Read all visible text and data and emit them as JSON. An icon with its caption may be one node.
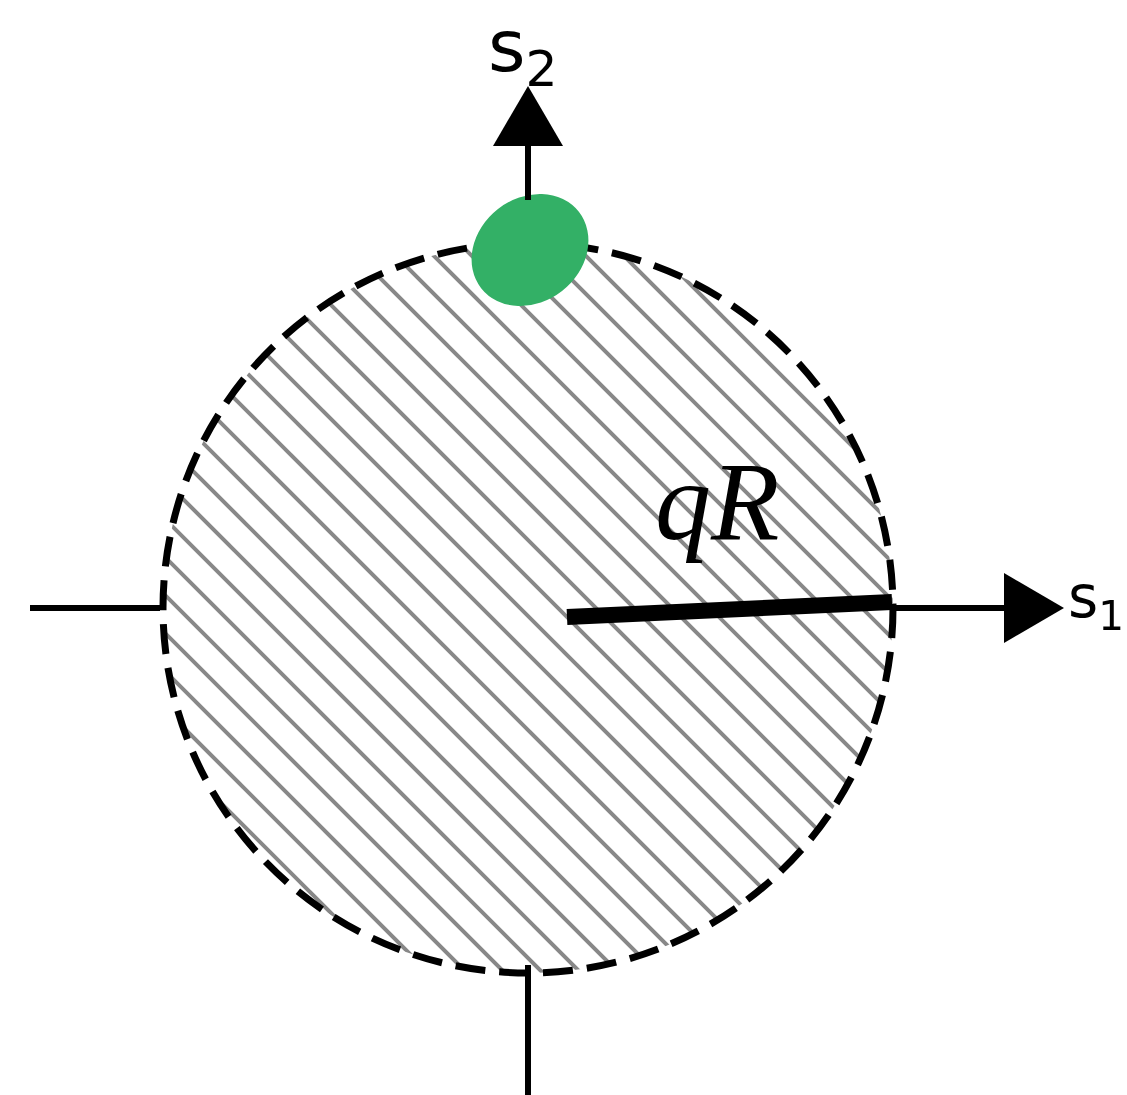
{
  "diagram": {
    "labels": [
      "s$_{2}$",
      "qR",
      "s$_{1}$"
    ]
  }
}
